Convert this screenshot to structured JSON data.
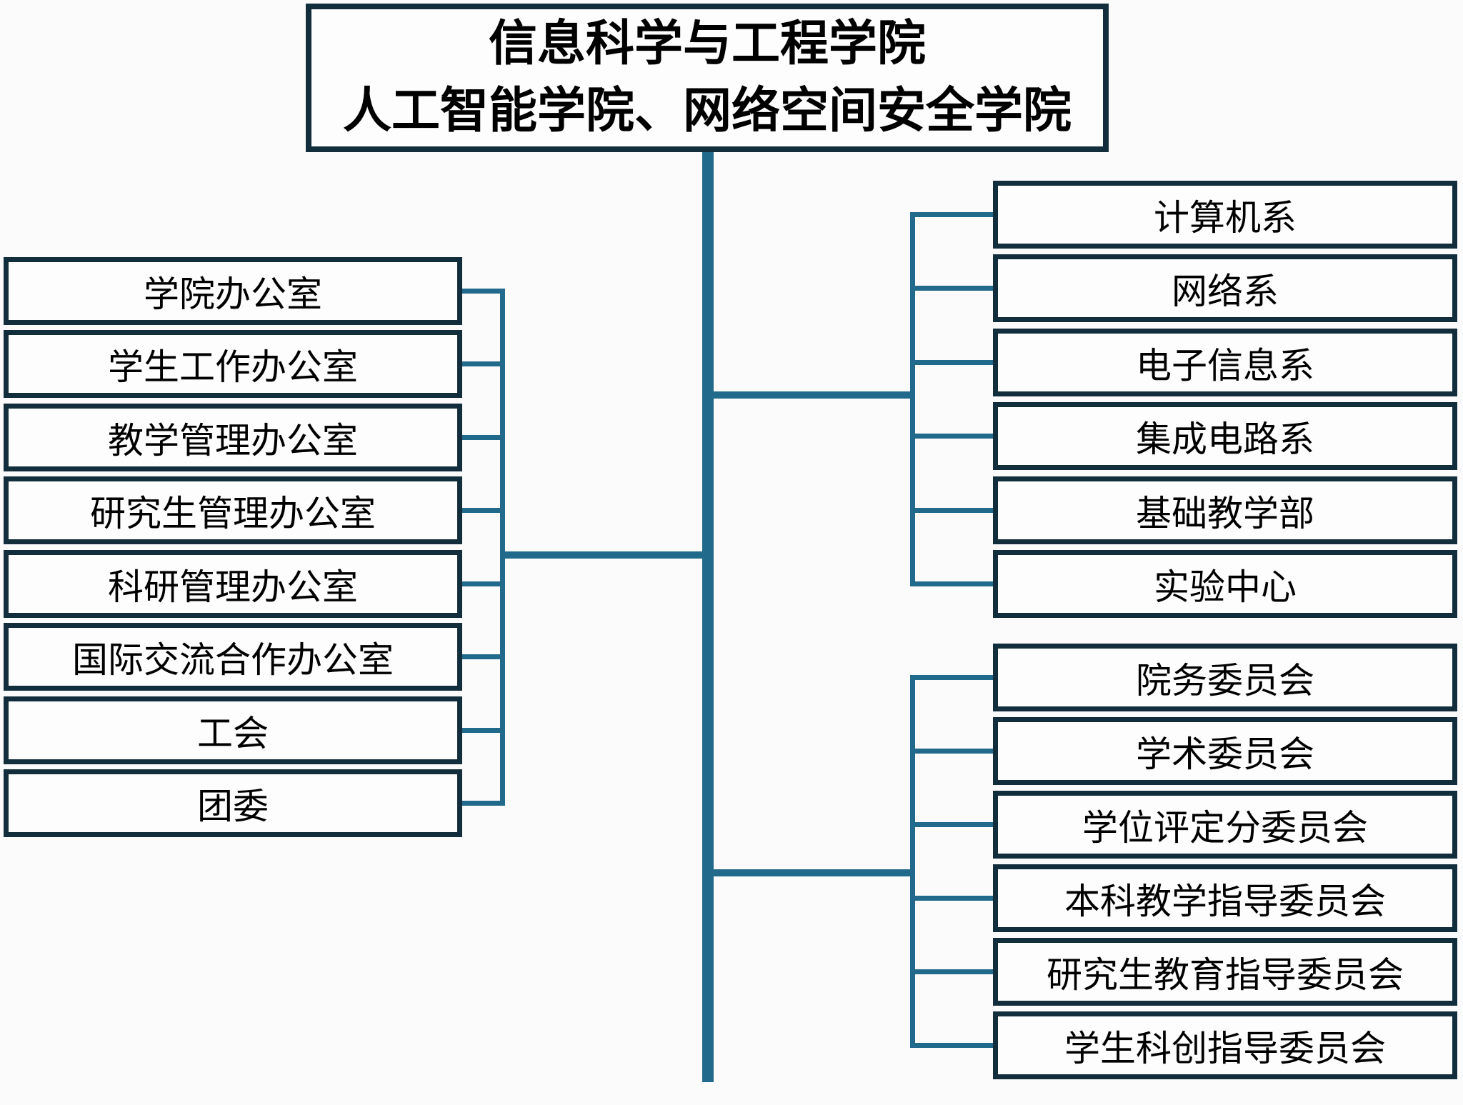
{
  "title": {
    "line1": "信息科学与工程学院",
    "line2": "人工智能学院、网络空间安全学院"
  },
  "left_offices": {
    "items": [
      "学院办公室",
      "学生工作办公室",
      "教学管理办公室",
      "研究生管理办公室",
      "科研管理办公室",
      "国际交流合作办公室",
      "工会",
      "团委"
    ]
  },
  "departments": {
    "items": [
      "计算机系",
      "网络系",
      "电子信息系",
      "集成电路系",
      "基础教学部",
      "实验中心"
    ]
  },
  "committees": {
    "items": [
      "院务委员会",
      "学术委员会",
      "学位评定分委员会",
      "本科教学指导委员会",
      "研究生教育指导委员会",
      "学生科创指导委员会"
    ]
  },
  "colors": {
    "connector_line": "#226a8c",
    "box_border": "#122e3d",
    "text": "#000000",
    "background": "#fbfbfb"
  }
}
